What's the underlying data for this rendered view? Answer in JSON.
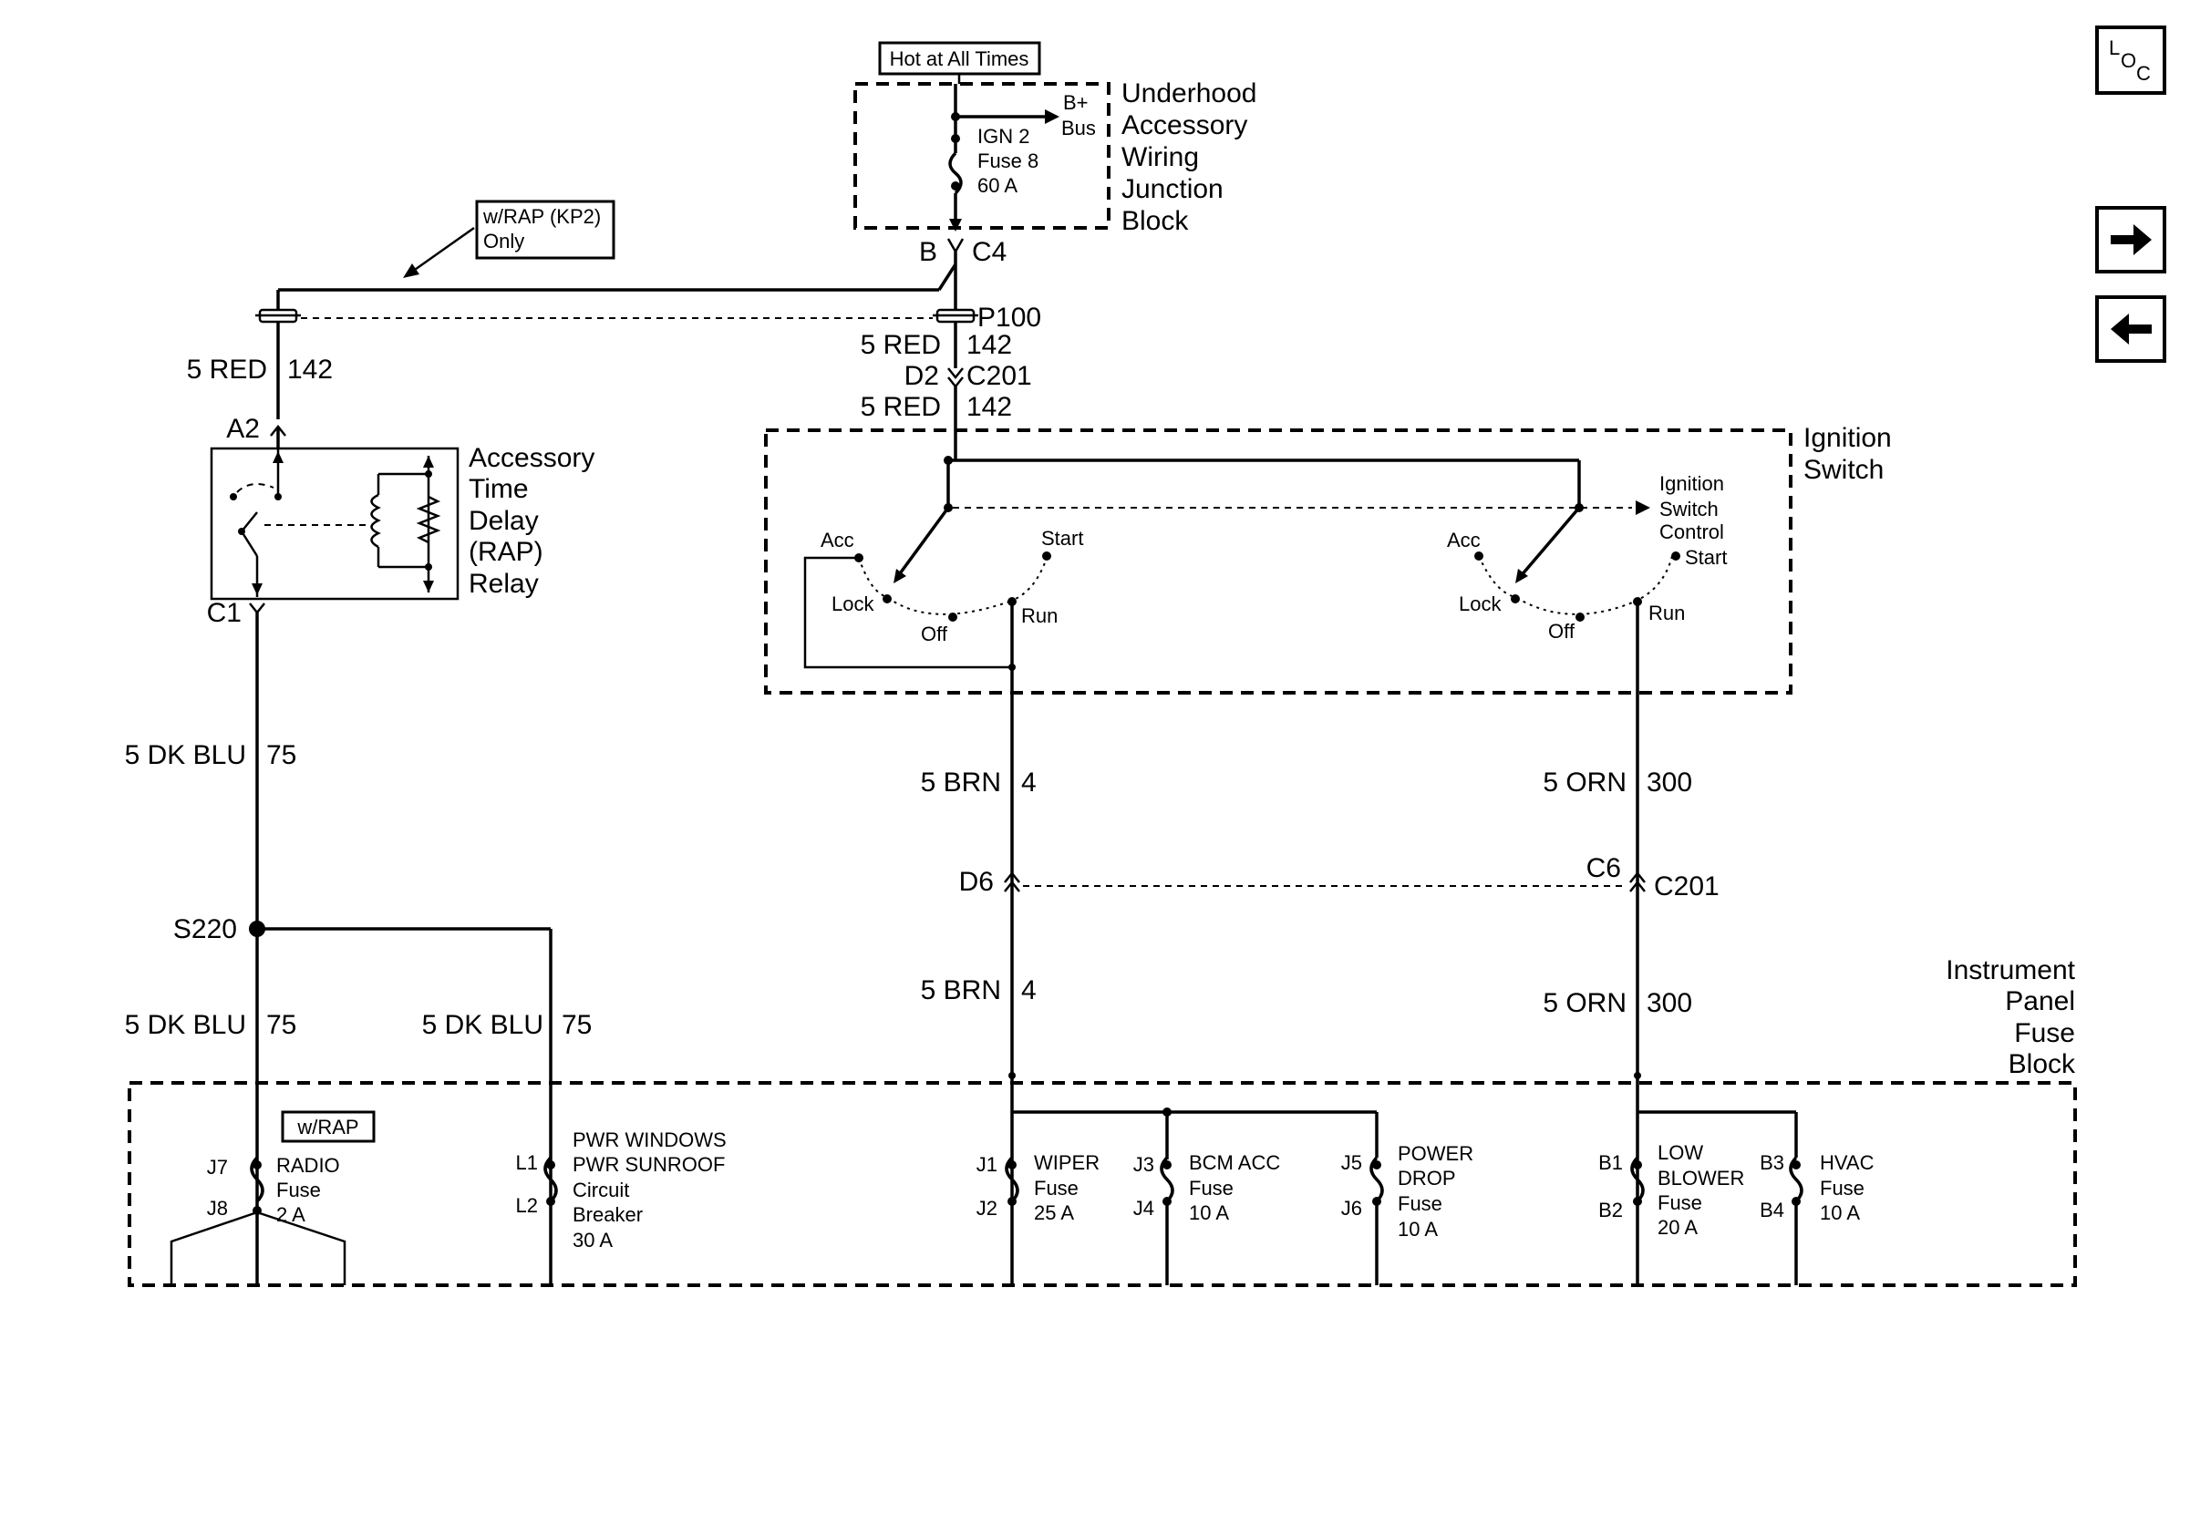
{
  "underhood": {
    "hot_label": "Hot at All Times",
    "title_lines": [
      "Underhood",
      "Accessory",
      "Wiring",
      "Junction",
      "Block"
    ],
    "bus_lines": [
      "B+",
      "Bus"
    ],
    "fuse_lines": [
      "IGN 2",
      "Fuse 8",
      "60 A"
    ],
    "pin": "B",
    "connector": "C4"
  },
  "rap_option": {
    "lines": [
      "w/RAP (KP2)",
      "Only"
    ]
  },
  "splice_p100": "P100",
  "wires": {
    "left_red": {
      "gauge_color": "5 RED",
      "circuit": "142"
    },
    "center_red_upper": {
      "gauge_color": "5 RED",
      "circuit": "142"
    },
    "center_red_lower": {
      "gauge_color": "5 RED",
      "circuit": "142"
    },
    "dkblu_upper": {
      "gauge_color": "5 DK BLU",
      "circuit": "75"
    },
    "dkblu_lower_left": {
      "gauge_color": "5 DK BLU",
      "circuit": "75"
    },
    "dkblu_lower_right": {
      "gauge_color": "5 DK BLU",
      "circuit": "75"
    },
    "brn_upper": {
      "gauge_color": "5 BRN",
      "circuit": "4"
    },
    "brn_lower": {
      "gauge_color": "5 BRN",
      "circuit": "4"
    },
    "orn_upper": {
      "gauge_color": "5 ORN",
      "circuit": "300"
    },
    "orn_lower": {
      "gauge_color": "5 ORN",
      "circuit": "300"
    }
  },
  "c201_top": {
    "pin": "D2",
    "connector": "C201"
  },
  "rap_relay": {
    "pin_top": "A2",
    "pin_bottom": "C1",
    "title_lines": [
      "Accessory",
      "Time",
      "Delay",
      "(RAP)",
      "Relay"
    ]
  },
  "ignition_switch": {
    "title_lines": [
      "Ignition",
      "Switch"
    ],
    "control_lines": [
      "Ignition",
      "Switch",
      "Control"
    ],
    "left": {
      "acc": "Acc",
      "lock": "Lock",
      "off": "Off",
      "run": "Run",
      "start": "Start"
    },
    "right": {
      "acc": "Acc",
      "lock": "Lock",
      "off": "Off",
      "run": "Run",
      "start": "Start"
    }
  },
  "c201_bottom": {
    "pin_left": "D6",
    "pin_right": "C6",
    "connector": "C201"
  },
  "splice_s220": "S220",
  "ip_fuse_block": {
    "title_lines": [
      "Instrument",
      "Panel",
      "Fuse",
      "Block"
    ],
    "rap_tag": "w/RAP",
    "fuses": [
      {
        "pin_in": "J7",
        "pin_out": "J8",
        "lines": [
          "RADIO",
          "Fuse",
          "2 A"
        ]
      },
      {
        "pin_in": "L1",
        "pin_out": "L2",
        "lines": [
          "PWR WINDOWS",
          "PWR SUNROOF",
          "Circuit",
          "Breaker",
          "30 A"
        ]
      },
      {
        "pin_in": "J1",
        "pin_out": "J2",
        "lines": [
          "WIPER",
          "Fuse",
          "25 A"
        ]
      },
      {
        "pin_in": "J3",
        "pin_out": "J4",
        "lines": [
          "BCM ACC",
          "Fuse",
          "10 A"
        ]
      },
      {
        "pin_in": "J5",
        "pin_out": "J6",
        "lines": [
          "POWER",
          "DROP",
          "Fuse",
          "10 A"
        ]
      },
      {
        "pin_in": "B1",
        "pin_out": "B2",
        "lines": [
          "LOW",
          "BLOWER",
          "Fuse",
          "20 A"
        ]
      },
      {
        "pin_in": "B3",
        "pin_out": "B4",
        "lines": [
          "HVAC",
          "Fuse",
          "10 A"
        ]
      }
    ]
  },
  "nav": {
    "loc_letters": [
      "L",
      "O",
      "C"
    ],
    "next_icon": "right-arrow-icon",
    "prev_icon": "left-arrow-icon"
  }
}
